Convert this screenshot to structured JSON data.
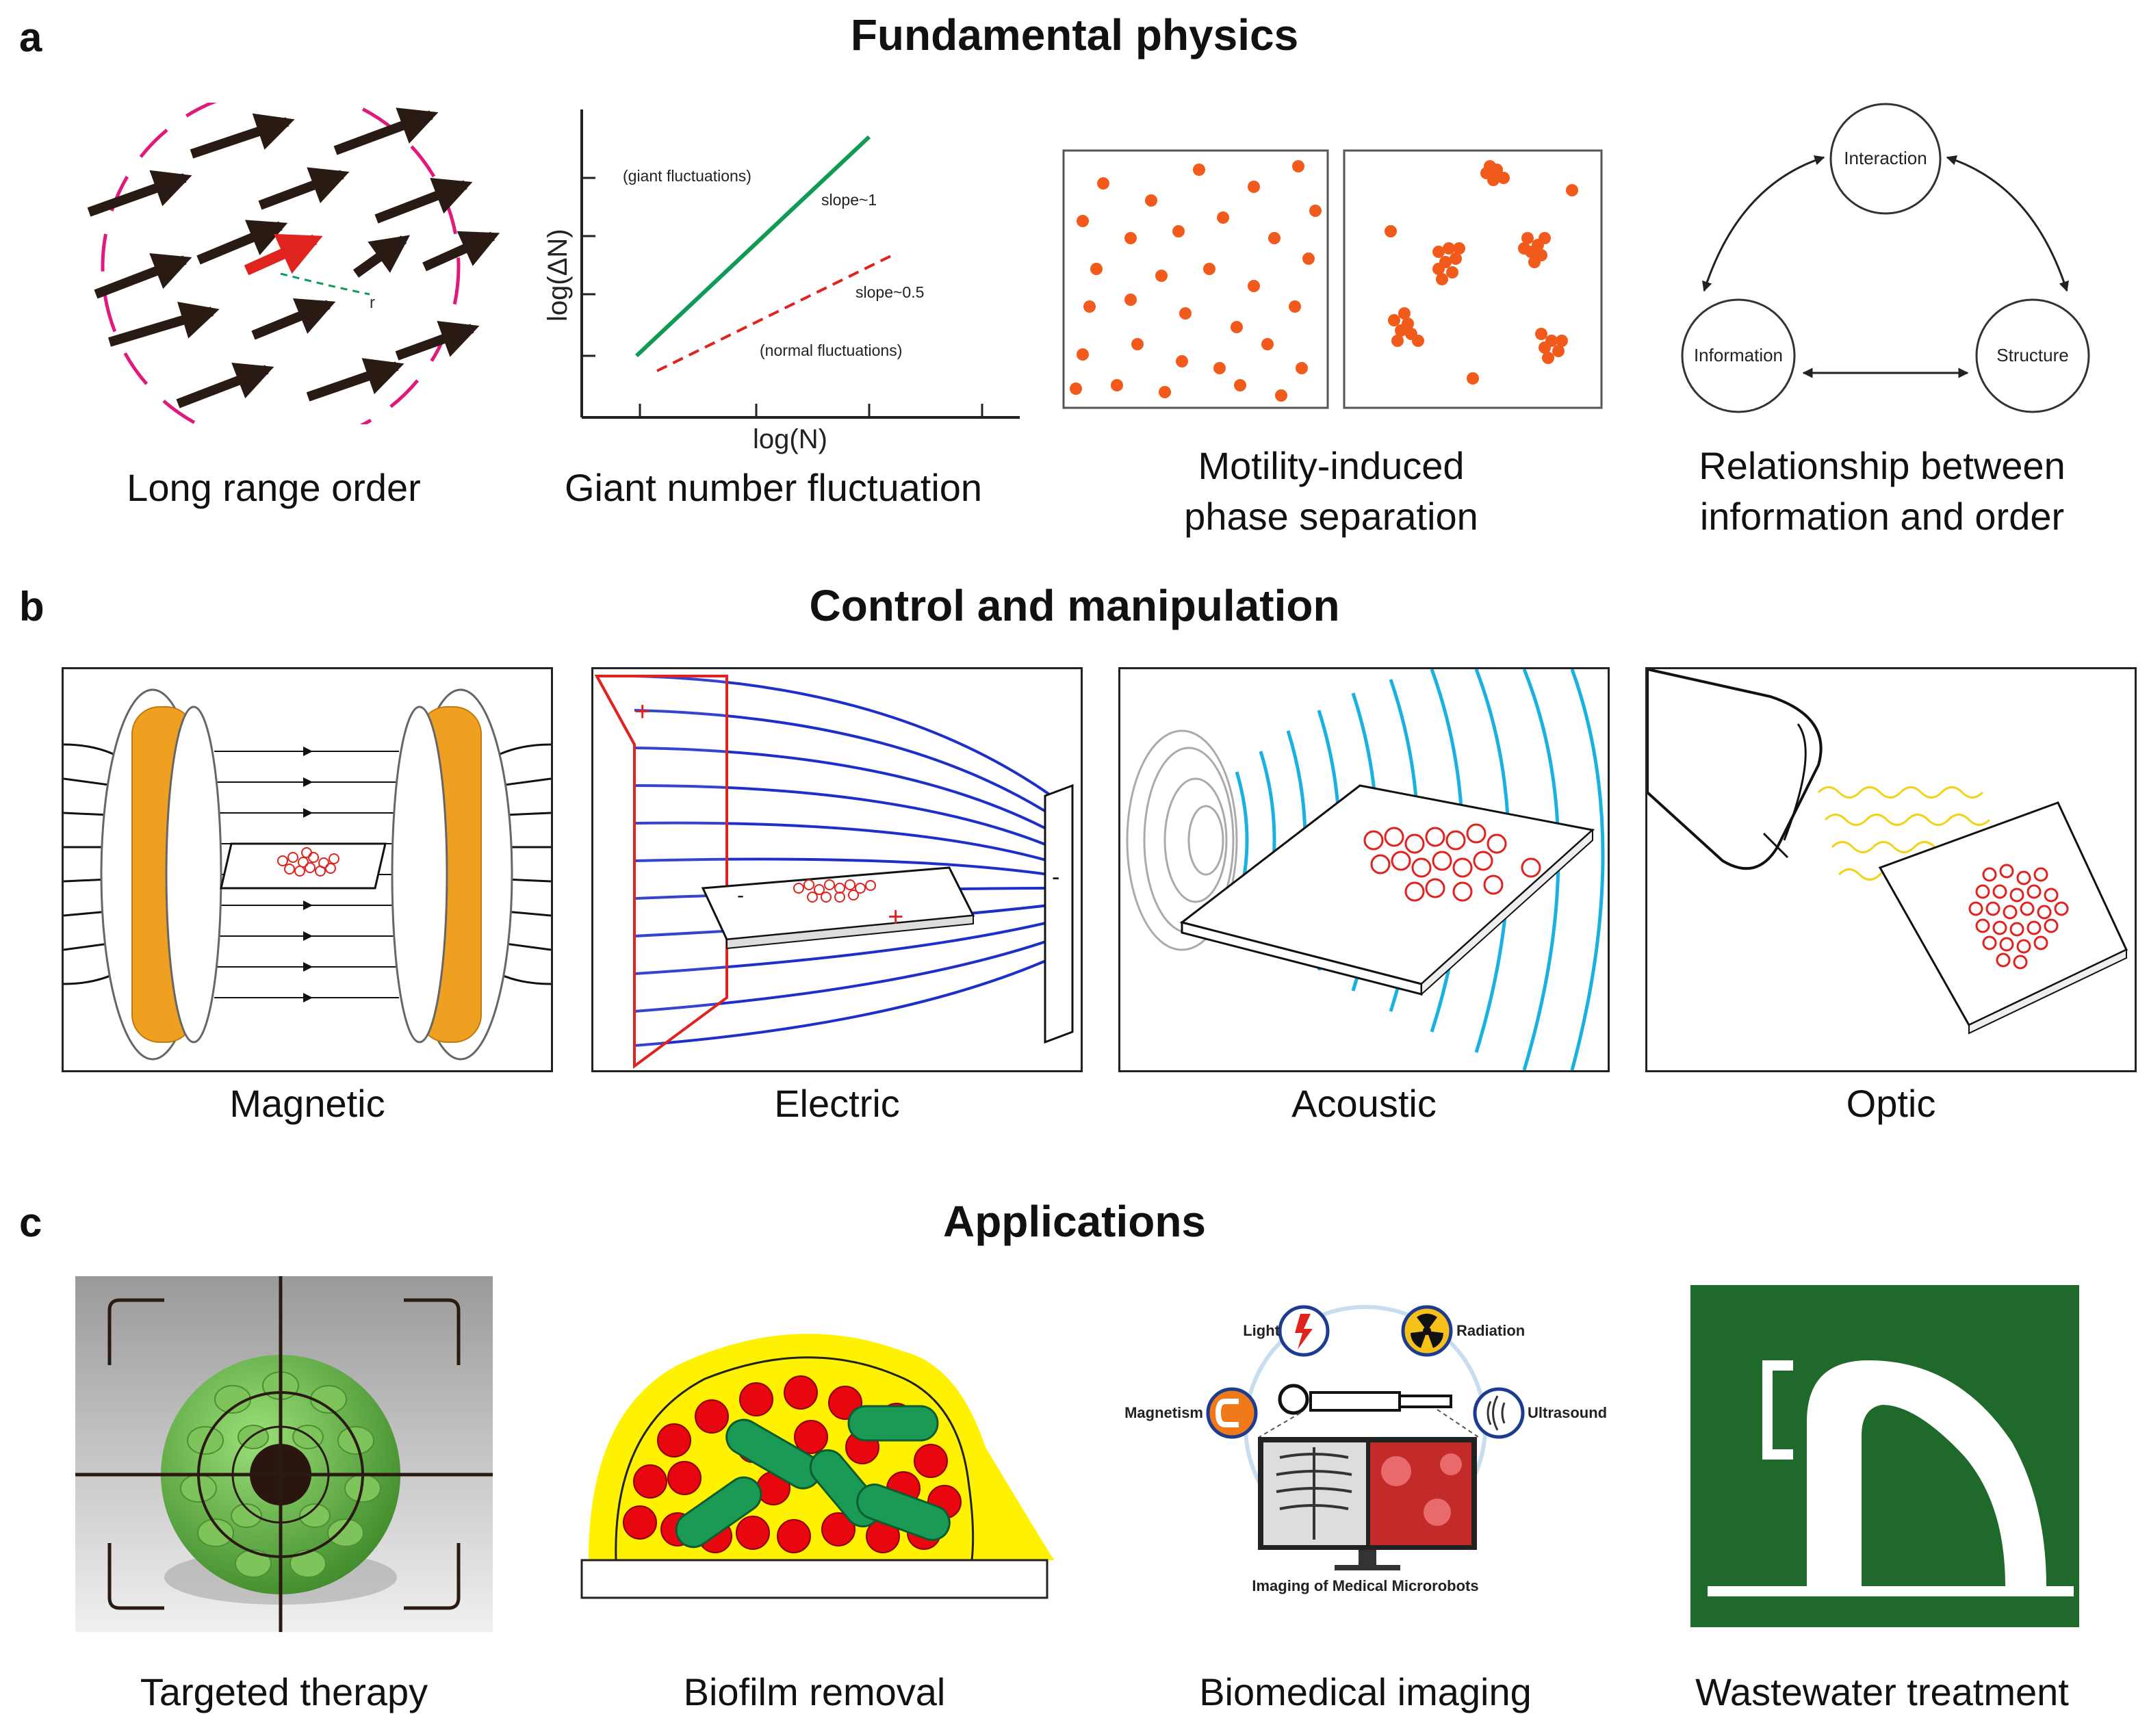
{
  "sections": {
    "a": {
      "label": "a",
      "title": "Fundamental physics"
    },
    "b": {
      "label": "b",
      "title": "Control and manipulation"
    },
    "c": {
      "label": "c",
      "title": "Applications"
    }
  },
  "fundamental": {
    "long_range_order": {
      "caption": "Long range order",
      "r_label": "r"
    },
    "giant_fluct": {
      "caption": "Giant number fluctuation",
      "ylabel": "log(ΔN)",
      "xlabel": "log(N)",
      "ann_giant": "(giant fluctuations)",
      "ann_slope1": "slope~1",
      "ann_slope05": "slope~0.5",
      "ann_normal": "(normal fluctuations)"
    },
    "mips": {
      "caption_line1": "Motility-induced",
      "caption_line2": "phase separation"
    },
    "relationship": {
      "caption_line1": "Relationship between",
      "caption_line2": "information and order",
      "node_top": "Interaction",
      "node_left": "Information",
      "node_right": "Structure"
    }
  },
  "control": {
    "magnetic": {
      "caption": "Magnetic"
    },
    "electric": {
      "caption": "Electric",
      "plus": "+",
      "minus": "-"
    },
    "acoustic": {
      "caption": "Acoustic"
    },
    "optic": {
      "caption": "Optic"
    }
  },
  "applications": {
    "targeted": {
      "caption": "Targeted therapy"
    },
    "biofilm": {
      "caption": "Biofilm removal"
    },
    "imaging": {
      "caption": "Biomedical imaging",
      "light": "Light",
      "radiation": "Radiation",
      "magnetism": "Magnetism",
      "ultrasound": "Ultrasound",
      "bottom": "Imaging of Medical Microrobots"
    },
    "wastewater": {
      "caption": "Wastewater treatment"
    }
  },
  "colors": {
    "accent_red": "#e0231f",
    "particle_orange": "#f25a1b",
    "line_green": "#0f9a55",
    "field_blue": "#1d2fc9",
    "wave_cyan": "#19b2e0",
    "coil_orange": "#f0a020",
    "dark_green": "#1f6a2b",
    "biofilm_yellow": "#fff200"
  }
}
